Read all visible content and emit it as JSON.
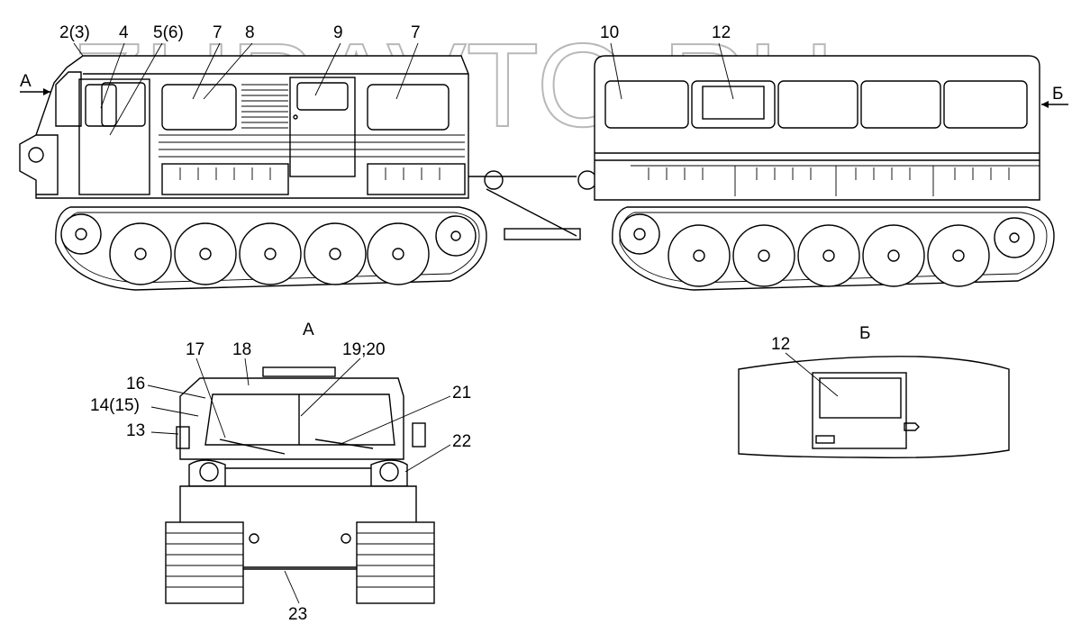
{
  "watermark": "ZURAVTO.RU",
  "views": {
    "side": {
      "direction_a": "А",
      "direction_b": "Б"
    },
    "front": {
      "title": "А"
    },
    "rear": {
      "title": "Б"
    }
  },
  "callouts": {
    "side": [
      "2(3)",
      "4",
      "5(6)",
      "7",
      "8",
      "9",
      "7",
      "10",
      "12"
    ],
    "front": [
      "17",
      "18",
      "19;20",
      "16",
      "14(15)",
      "13",
      "21",
      "22",
      "23"
    ],
    "rear": [
      "12"
    ]
  }
}
